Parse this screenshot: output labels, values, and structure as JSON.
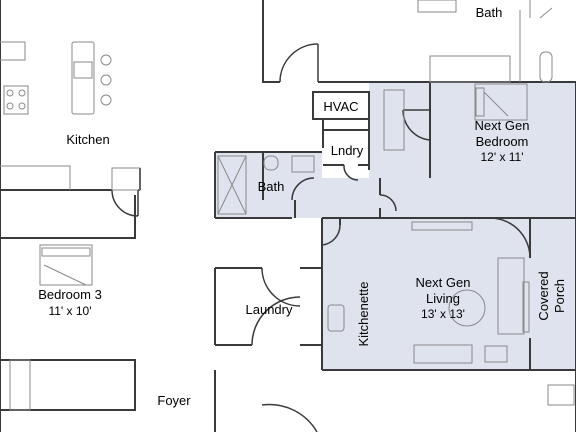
{
  "rooms": {
    "bath_top": {
      "label": "Bath"
    },
    "kitchen": {
      "label": "Kitchen"
    },
    "hvac": {
      "label": "HVAC"
    },
    "laundry_small": {
      "label": "Lndry"
    },
    "bath_small": {
      "label": "Bath"
    },
    "nextgen_bedroom": {
      "label_line1": "Next Gen",
      "label_line2": "Bedroom",
      "size": "12' x 11'"
    },
    "bedroom3": {
      "label": "Bedroom 3",
      "size": "11' x 10'"
    },
    "laundry": {
      "label": "Laundry"
    },
    "kitchenette": {
      "label": "Kitchenette"
    },
    "nextgen_living": {
      "label_line1": "Next Gen",
      "label_line2": "Living",
      "size": "13' x 13'"
    },
    "covered_porch": {
      "label_line1": "Covered",
      "label_line2": "Porch"
    },
    "foyer": {
      "label": "Foyer"
    }
  },
  "colors": {
    "wall": "#3a3a3a",
    "fixture": "#8a8a8a",
    "nextgen_fill": "#dfe3ee",
    "background": "#ffffff"
  }
}
